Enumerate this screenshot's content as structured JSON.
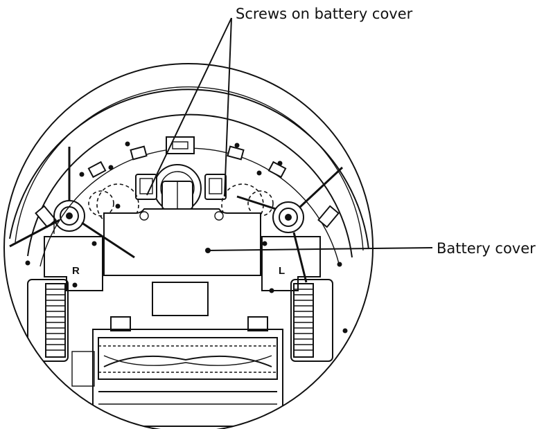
{
  "labels": {
    "screws": "Screws on battery cover",
    "battery_cover": "Battery cover",
    "right_marker": "R",
    "left_marker": "L"
  }
}
